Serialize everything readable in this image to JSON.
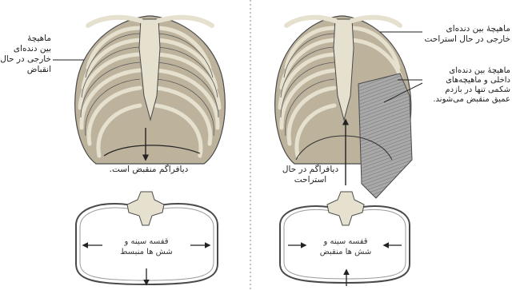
{
  "left_panel": {
    "label_muscle_lines": [
      "ماهیچهٔ",
      "بین دنده‌ای",
      "خارجی در حال",
      "انقباض"
    ],
    "label_diaphragm": "دیافراگم منقبض است.",
    "label_cross_section_lines": [
      "قفسه سینه و",
      "شش ها منبسط"
    ]
  },
  "right_panel": {
    "label_external_muscle_lines": [
      "ماهیچهٔ بین دنده‌ای",
      "خارجی در حال استراحت"
    ],
    "label_internal_muscle_lines": [
      "ماهیچهٔ بین دنده‌ای",
      "داخلی و ماهیچه‌های",
      "شکمی تنها در بازدم",
      "عمیق منقبض می‌شوند."
    ],
    "label_diaphragm_lines": [
      "دیافراگم در حال",
      "استراحت"
    ],
    "label_cross_section_lines": [
      "قفسه سینه و",
      "شش ها منقبض"
    ]
  },
  "colors": {
    "bone": "#e6e0cf",
    "bone_dark": "#bdb39c",
    "muscle": "#8a8a8a",
    "muscle_light": "#b5b5b5",
    "outline": "#4a4a4a",
    "divider": "#9a9a9a"
  }
}
